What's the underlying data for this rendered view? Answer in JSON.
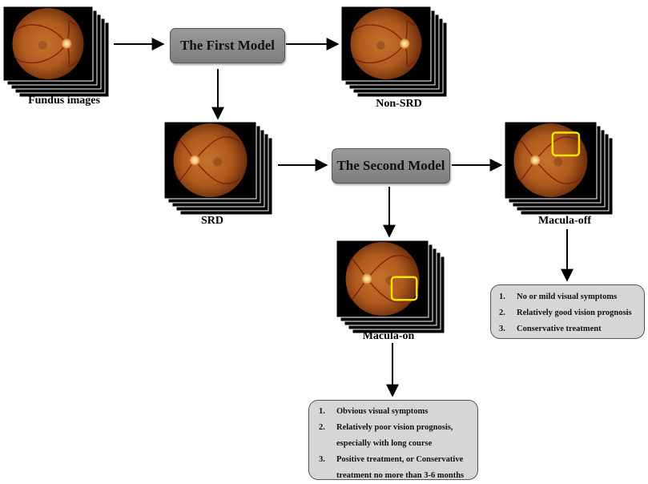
{
  "models": {
    "first": "The First Model",
    "second": "The Second Model"
  },
  "labels": {
    "fundus": "Fundus images",
    "non_srd": "Non-SRD",
    "srd": "SRD",
    "macula_off": "Macula-off",
    "macula_on": "Macula-on"
  },
  "macula_off_box": {
    "items": [
      {
        "num": "1.",
        "text": "No or mild visual symptoms"
      },
      {
        "num": "2.",
        "text": "Relatively good vision prognosis"
      },
      {
        "num": "3.",
        "text": "Conservative treatment"
      }
    ]
  },
  "macula_on_box": {
    "items": [
      {
        "num": "1.",
        "text": "Obvious visual symptoms"
      },
      {
        "num": "2.",
        "text": "Relatively poor vision prognosis, especially with long course"
      },
      {
        "num": "3.",
        "text": "Positive treatment, or Conservative treatment no more than 3-6 months"
      }
    ]
  },
  "colors": {
    "box_fill": "#8c8c8c",
    "info_fill": "#d6d6d6",
    "highlight": "#f2e600",
    "retina_center": "#c6722e",
    "retina_edge": "#5a2408"
  }
}
